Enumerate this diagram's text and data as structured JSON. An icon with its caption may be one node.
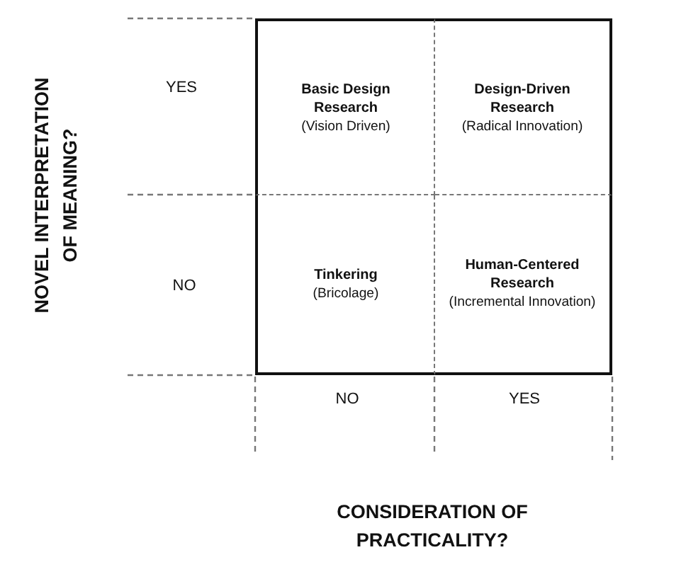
{
  "diagram": {
    "nodes": [
      {
        "text": [
          "Basic Design Research",
          "(Vision Driven)"
        ]
      },
      {
        "text": [
          "Design-Driven Research",
          "(Radical Innovation)"
        ]
      },
      {
        "text": [
          "Tinkering",
          "(Bricolage)"
        ]
      },
      {
        "text": [
          "Human-Centered Research",
          "(Incremental Innovation)"
        ]
      }
    ],
    "labels": [
      "NOVEL INTERPRETATION OF MEANING?",
      "YES",
      "NO",
      "NO",
      "YES",
      "CONSIDERATION OF PRACTICALITY?"
    ]
  }
}
